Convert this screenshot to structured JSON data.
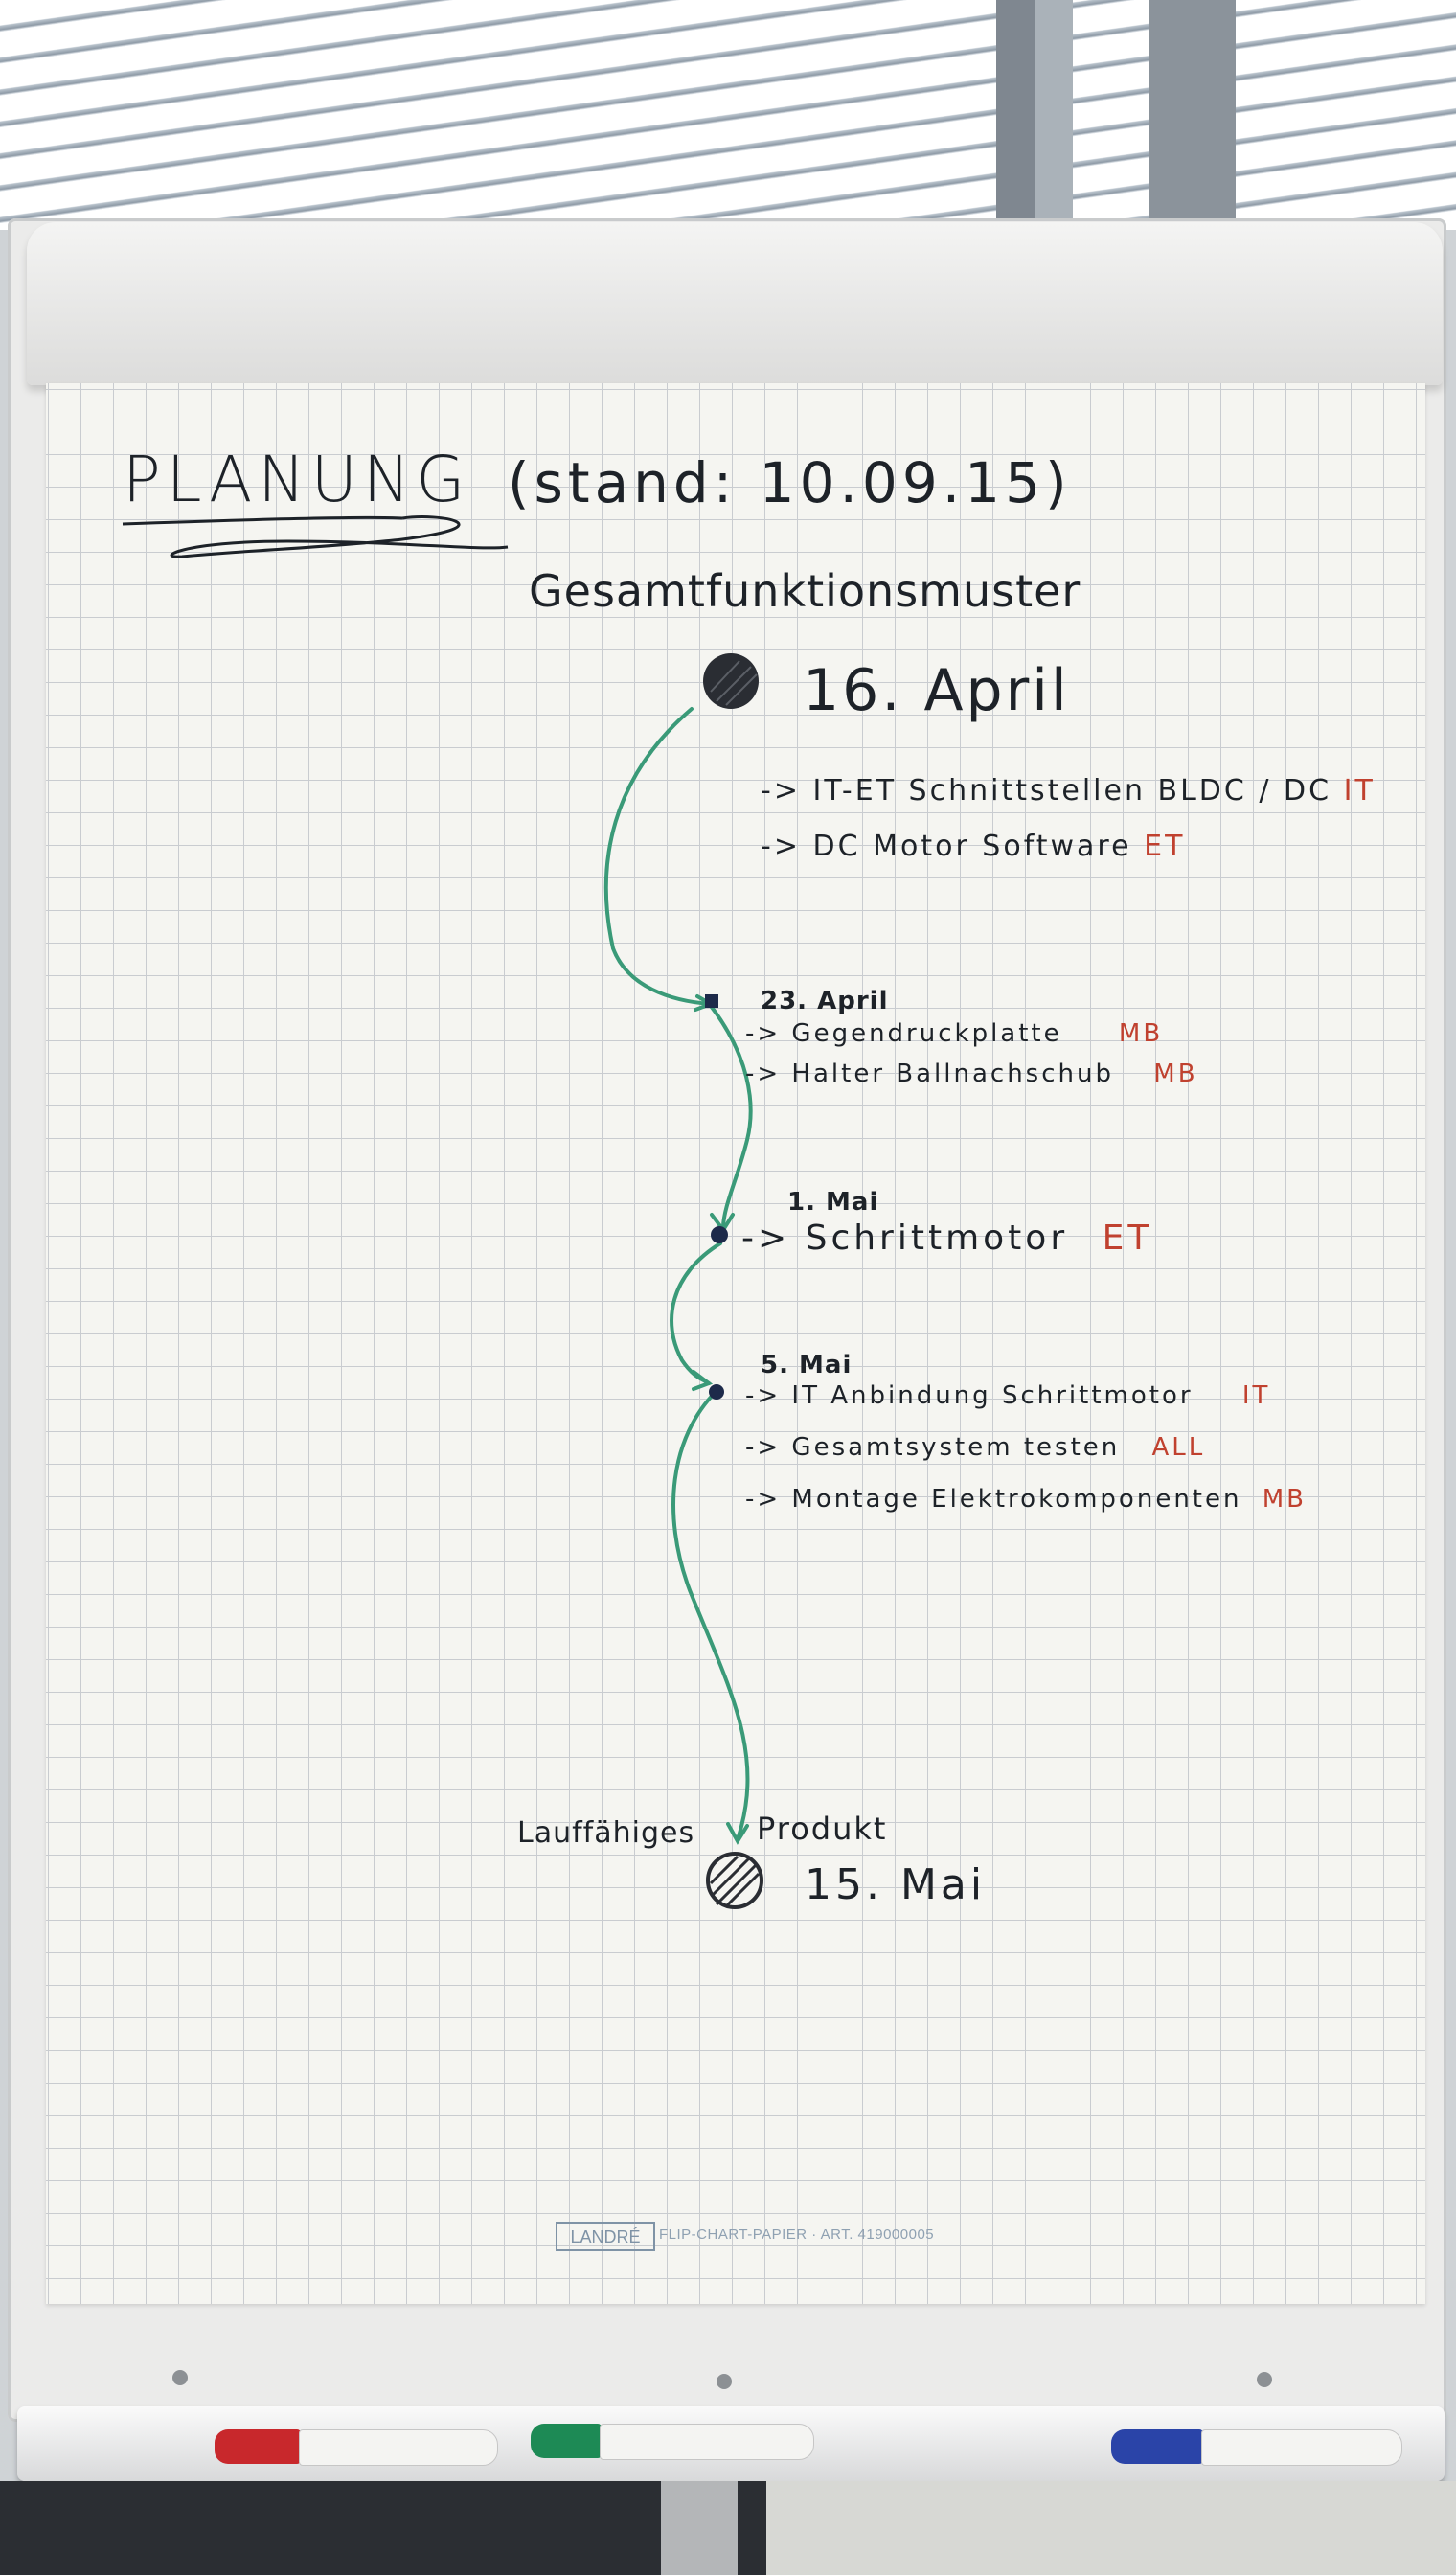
{
  "flipchart": {
    "title": "PLANUNG",
    "stand": "(stand: 10.09.15)",
    "subtitle": "Gesamtfunktionsmuster",
    "milestones": [
      {
        "date": "16. April",
        "tasks": [
          {
            "text": "-> IT-ET Schnittstellen BLDC / DC",
            "owner": "IT"
          },
          {
            "text": "-> DC Motor Software",
            "owner": "ET"
          }
        ]
      },
      {
        "date": "23. April",
        "tasks": [
          {
            "text": "-> Gegendruckplatte",
            "owner": "MB"
          },
          {
            "text": "-> Halter Ballnachschub",
            "owner": "MB"
          }
        ]
      },
      {
        "date": "1. Mai",
        "tasks": [
          {
            "text": "-> Schrittmotor",
            "owner": "ET"
          }
        ]
      },
      {
        "date": "5. Mai",
        "tasks": [
          {
            "text": "-> IT Anbindung Schrittmotor",
            "owner": "IT"
          },
          {
            "text": "-> Gesamtsystem testen",
            "owner": "ALL"
          },
          {
            "text": "-> Montage Elektrokomponenten",
            "owner": "MB"
          }
        ]
      }
    ],
    "final": {
      "label_left": "Lauffähiges",
      "label_right": "Produkt",
      "date": "15. Mai"
    }
  },
  "paper_brand": {
    "logo": "LANDRÉ",
    "text": "FLIP-CHART-PAPIER · ART. 419000005"
  },
  "colors": {
    "ink": "#1d2228",
    "owner_red": "#c0412f",
    "arrow_green": "#3a9a78",
    "marker_red": "#c8282c",
    "marker_green": "#1d8a55",
    "marker_blue": "#2a44a8"
  }
}
